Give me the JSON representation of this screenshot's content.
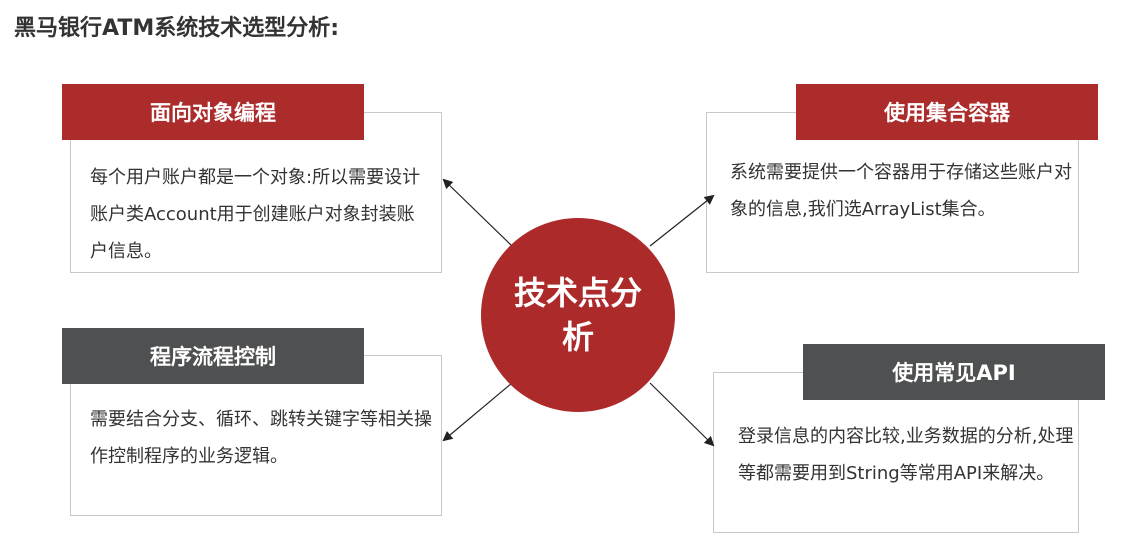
{
  "page": {
    "title": "黑马银行ATM系统技术选型分析:"
  },
  "center": {
    "label": "技术点分析"
  },
  "cards": [
    {
      "heading": "面向对象编程",
      "text": " 每个用户账户都是一个对象:所以需要设计账户类Account用于创建账户对象封装账户信息。"
    },
    {
      "heading": "使用集合容器",
      "text": "系统需要提供一个容器用于存储这些账户对象的信息,我们选ArrayList集合。"
    },
    {
      "heading": "程序流程控制",
      "text": "需要结合分支、循环、跳转关键字等相关操作控制程序的业务逻辑。"
    },
    {
      "heading": "使用常见API",
      "text": "登录信息的内容比较,业务数据的分析,处理等都需要用到String等常用API来解决。"
    }
  ],
  "colors": {
    "accent_red": "#ac2b2b",
    "header_dark": "#4f5051",
    "text": "#333333",
    "border": "#c9c9c9"
  }
}
